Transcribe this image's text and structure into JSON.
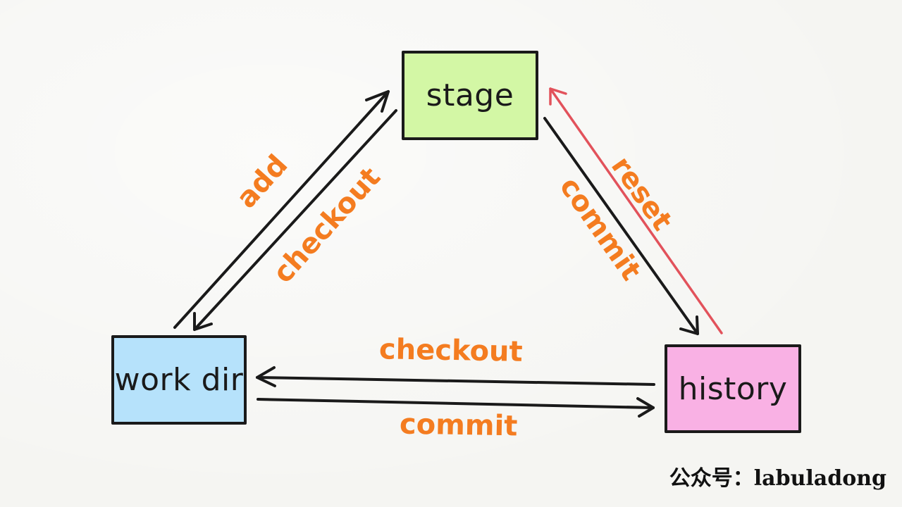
{
  "nodes": {
    "stage": {
      "label": "stage",
      "color": "#d3f7a5"
    },
    "work_dir": {
      "label": "work dir",
      "color": "#b6e2fb"
    },
    "history": {
      "label": "history",
      "color": "#f9b1e4"
    }
  },
  "edges": {
    "add": "add",
    "checkout_left": "checkout",
    "reset": "reset",
    "commit_right": "commit",
    "checkout_bottom": "checkout",
    "commit_bottom": "commit"
  },
  "colors": {
    "label": "#f47c20",
    "reset_arrow": "#e2525b",
    "arrow": "#1a1a1a"
  },
  "footer": {
    "prefix": "公众号：",
    "handle": "labuladong"
  }
}
